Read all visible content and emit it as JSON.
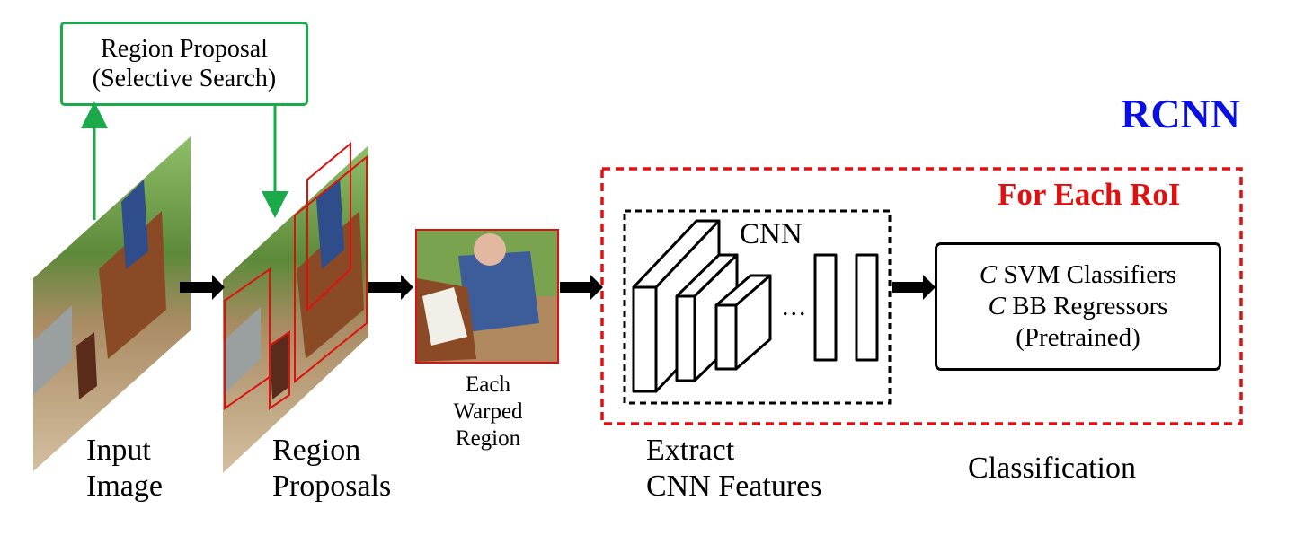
{
  "proposal_box": {
    "line1": "Region Proposal",
    "line2": "(Selective Search)"
  },
  "title": "RCNN",
  "roi_label": "For Each RoI",
  "cnn_label": "CNN",
  "cnn_ellipsis": "...",
  "classifier_box": {
    "line1_var": "C",
    "line1_text": " SVM Classifiers",
    "line2_var": "C",
    "line2_text": " BB Regressors",
    "line3": "(Pretrained)"
  },
  "stage_labels": {
    "input_line1": "Input",
    "input_line2": "Image",
    "proposals_line1": "Region",
    "proposals_line2": "Proposals",
    "warped_line1": "Each",
    "warped_line2": "Warped",
    "warped_line3": "Region",
    "features_line1": "Extract",
    "features_line2": "CNN Features",
    "classification": "Classification"
  },
  "colors": {
    "proposal_green": "#1aaa4a",
    "roi_red": "#e01010",
    "title_blue": "#0a10e0"
  }
}
